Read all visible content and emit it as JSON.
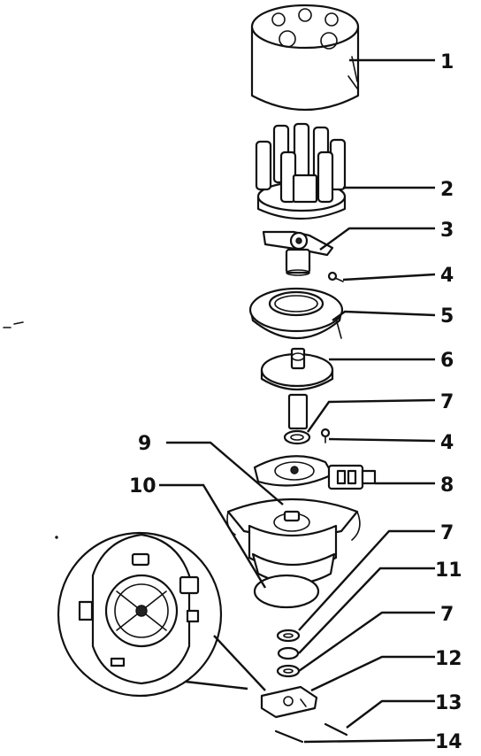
{
  "callouts": [
    {
      "id": "c1",
      "label": "1"
    },
    {
      "id": "c2",
      "label": "2"
    },
    {
      "id": "c3",
      "label": "3"
    },
    {
      "id": "c4a",
      "label": "4"
    },
    {
      "id": "c5",
      "label": "5"
    },
    {
      "id": "c6",
      "label": "6"
    },
    {
      "id": "c7a",
      "label": "7"
    },
    {
      "id": "c4b",
      "label": "4"
    },
    {
      "id": "c9",
      "label": "9"
    },
    {
      "id": "c8",
      "label": "8"
    },
    {
      "id": "c10",
      "label": "10"
    },
    {
      "id": "c7b",
      "label": "7"
    },
    {
      "id": "c11",
      "label": "11"
    },
    {
      "id": "c7c",
      "label": "7"
    },
    {
      "id": "c12",
      "label": "12"
    },
    {
      "id": "c13",
      "label": "13"
    },
    {
      "id": "c14",
      "label": "14"
    }
  ]
}
